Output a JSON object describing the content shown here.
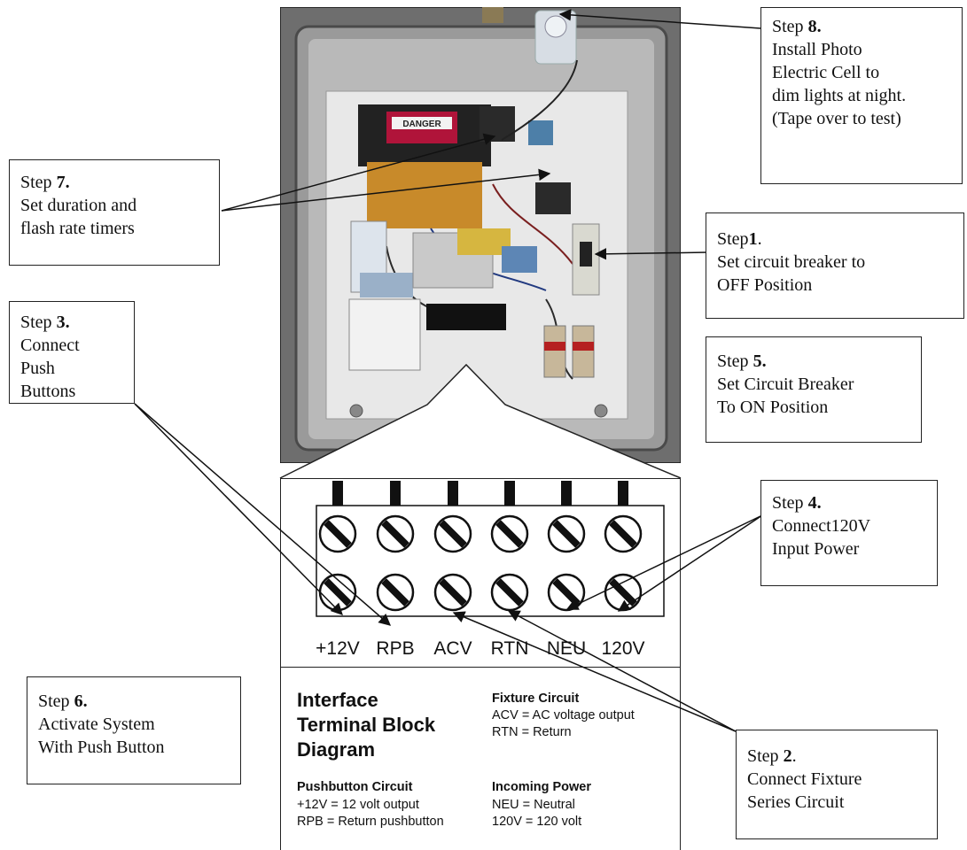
{
  "callouts": {
    "step8": {
      "prefix": "Step ",
      "num": "8.",
      "lines": [
        "Install Photo",
        "Electric Cell to",
        "dim lights at night.",
        "(Tape over to test)"
      ]
    },
    "step7": {
      "prefix": "Step ",
      "num": "7.",
      "lines": [
        "Set duration and",
        "flash rate timers"
      ]
    },
    "step1": {
      "prefix": "Step",
      "num": "1",
      "suffix": ".",
      "lines": [
        "Set circuit breaker to",
        "OFF Position"
      ]
    },
    "step3": {
      "prefix": "Step ",
      "num": "3.",
      "lines": [
        "Connect",
        "Push",
        "Buttons"
      ]
    },
    "step5": {
      "prefix": "Step ",
      "num": "5.",
      "lines": [
        "Set Circuit Breaker",
        "To ON Position"
      ]
    },
    "step4": {
      "prefix": "Step ",
      "num": "4.",
      "lines": [
        "Connect120V",
        "Input Power"
      ]
    },
    "step6": {
      "prefix": "Step ",
      "num": "6.",
      "lines": [
        "Activate System",
        "With Push Button"
      ]
    },
    "step2": {
      "prefix": "Step ",
      "num": "2",
      "suffix": ".",
      "lines": [
        "Connect Fixture",
        "Series Circuit"
      ]
    }
  },
  "photo": {
    "danger_label": "DANGER"
  },
  "diagram": {
    "terminals": [
      "+12V",
      "RPB",
      "ACV",
      "RTN",
      "NEU",
      "120V"
    ],
    "title_lines": [
      "Interface",
      "Terminal Block",
      "Diagram"
    ],
    "fixture_heading": "Fixture Circuit",
    "fixture_lines": [
      "ACV = AC voltage output",
      "RTN = Return"
    ],
    "pushbutton_heading": "Pushbutton Circuit",
    "pushbutton_lines": [
      "+12V = 12 volt output",
      "RPB = Return pushbutton"
    ],
    "power_heading": "Incoming Power",
    "power_lines": [
      "NEU = Neutral",
      "120V = 120 volt"
    ]
  }
}
